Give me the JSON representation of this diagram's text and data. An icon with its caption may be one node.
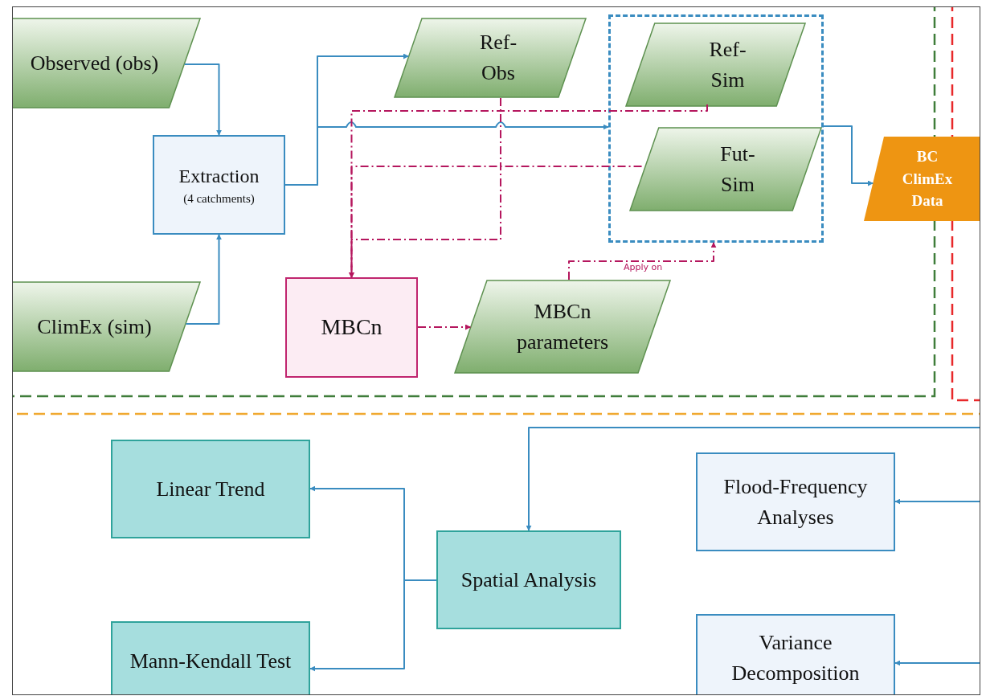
{
  "diagram": {
    "nodes": [
      {
        "text": [
          "Observed (obs)"
        ]
      },
      {
        "text": [
          "ClimEx (sim)"
        ]
      },
      {
        "text": [
          "Extraction",
          "(4 catchments)"
        ]
      },
      {
        "text": [
          "Ref- Obs"
        ]
      },
      {
        "text": [],
        "shape": "box"
      },
      {
        "text": [
          "Ref- Sim"
        ],
        "in": 4
      },
      {
        "text": [
          "Fut- Sim"
        ],
        "in": 4
      },
      {
        "text": [
          "MBCn"
        ]
      },
      {
        "text": [
          "MBCn parameters"
        ]
      },
      {
        "text": [
          "BC ClimEx Data"
        ]
      },
      {
        "text": [
          "Linear Trend"
        ]
      },
      {
        "text": [
          "Spatial Analysis"
        ]
      },
      {
        "text": [
          "Mann-Kendall Test"
        ]
      },
      {
        "text": [
          "Flood-Frequency Analyses"
        ]
      },
      {
        "text": [
          "Variance Decomposition"
        ]
      }
    ],
    "edges": [
      {
        "from": 0,
        "to": 2,
        "arrow": "to"
      },
      {
        "from": 1,
        "to": 2,
        "arrow": "to"
      },
      {
        "from": 2,
        "to": 3,
        "arrow": "to"
      },
      {
        "from": 2,
        "to": 4,
        "arrow": "to"
      },
      {
        "from": 3,
        "to": 7,
        "arrow": "to",
        "style": "dashed",
        "color": "#b5175e"
      },
      {
        "from": 5,
        "to": 7,
        "arrow": "to",
        "style": "dashed",
        "color": "#b5175e"
      },
      {
        "from": 6,
        "to": 7,
        "arrow": "to",
        "style": "dashed",
        "color": "#b5175e"
      },
      {
        "from": 7,
        "to": 8,
        "arrow": "to",
        "style": "dashed",
        "color": "#b5175e"
      },
      {
        "from": 8,
        "to": 4,
        "arrow": "to",
        "label": "Apply on",
        "style": "dashed",
        "color": "#b5175e"
      },
      {
        "from": 4,
        "to": 9,
        "arrow": "to"
      },
      {
        "from": null,
        "to": 11,
        "arrow": "to"
      },
      {
        "from": 11,
        "to": 10,
        "arrow": "to"
      },
      {
        "from": 11,
        "to": 12,
        "arrow": "to"
      },
      {
        "from": null,
        "to": 13,
        "arrow": "to"
      },
      {
        "from": null,
        "to": 14,
        "arrow": "to"
      }
    ]
  }
}
